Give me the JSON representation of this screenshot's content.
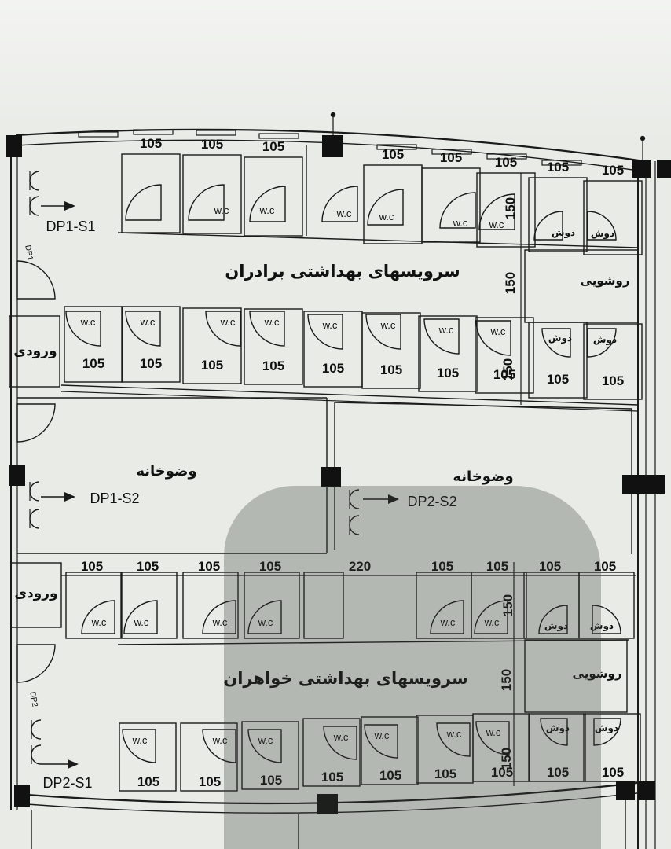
{
  "labels": {
    "brothers_title": "سرویسهای بهداشتی برادران",
    "sisters_title": "سرویسهای بهداشتی خواهران",
    "ablution": "وضوخانه",
    "entrance": "ورودی",
    "washbasin": "روشویی",
    "shower": "دوش",
    "wc": "w.c",
    "stall_width": "105",
    "corridor_width": "150",
    "gap_width": "220"
  },
  "drains": {
    "dp1_s1": "DP1-S1",
    "dp1_s2": "DP1-S2",
    "dp2_s2": "DP2-S2",
    "dp2_s1": "DP2-S1",
    "dp1_small": "DP1",
    "dp2_small": "DP2"
  },
  "colors": {
    "line": "#1a1a1a",
    "paper": "#e9ebe7",
    "column": "#111111"
  }
}
